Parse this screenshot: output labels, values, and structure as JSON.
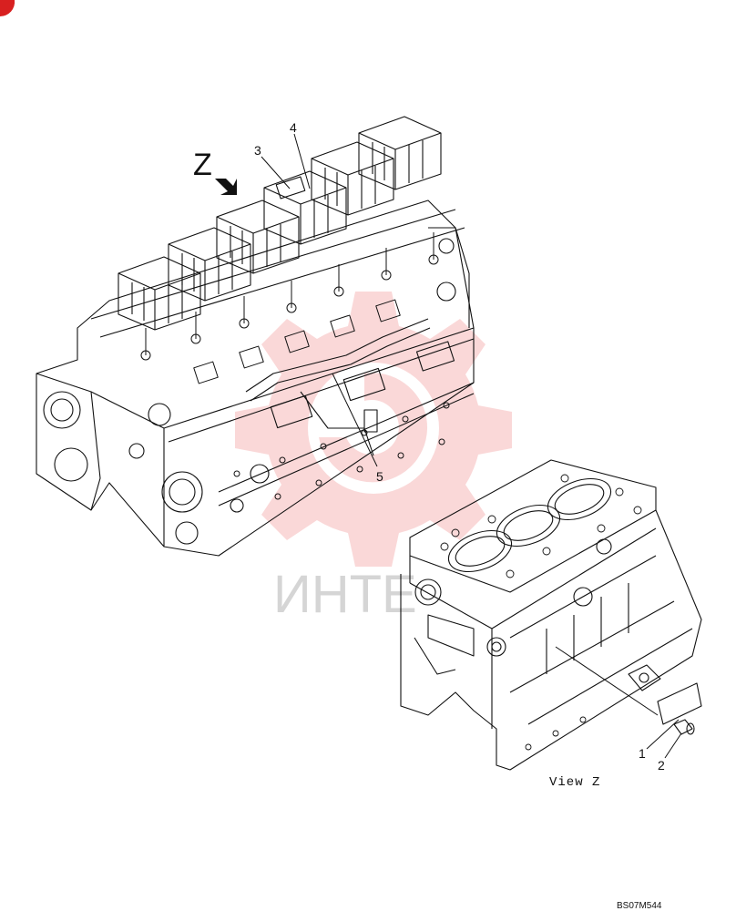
{
  "diagram": {
    "view_marker_letter": "Z",
    "view_label": "View Z",
    "drawing_code": "BS07M544",
    "callouts": [
      "1",
      "2",
      "3",
      "4",
      "5"
    ]
  },
  "watermark": {
    "text": "ИНТЕ",
    "color": "#e53030",
    "gray": "#8a8a8a"
  },
  "colors": {
    "line": "#111111",
    "corner_badge": "#d82020"
  }
}
